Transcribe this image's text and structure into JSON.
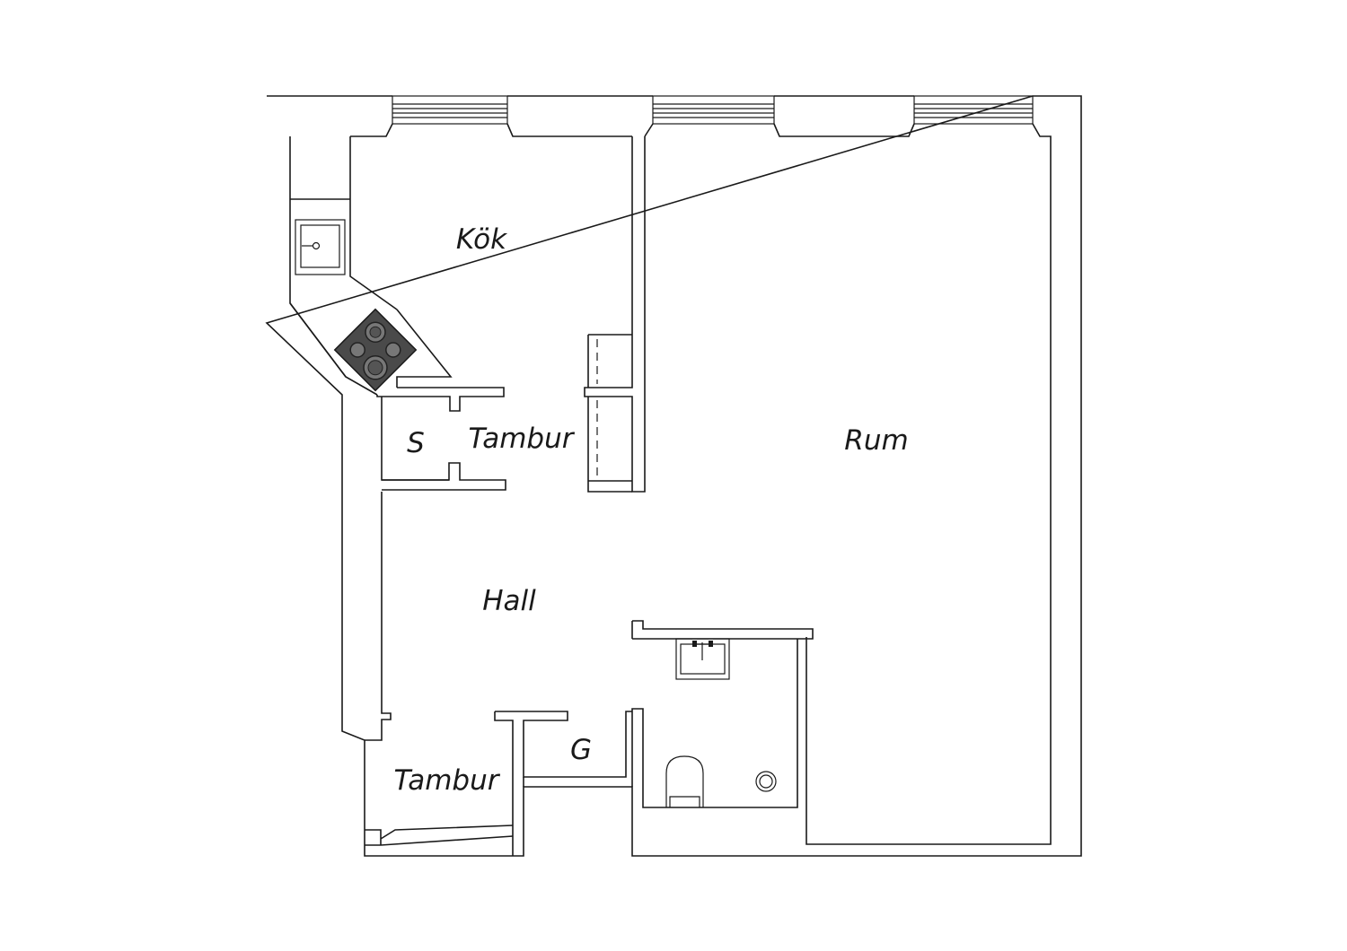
{
  "rooms": {
    "kitchen": "Kök",
    "living_room": "Rum",
    "vestibule_upper": "Tambur",
    "closet_s": "S",
    "hall": "Hall",
    "vestibule_lower": "Tambur",
    "closet_g": "G"
  }
}
